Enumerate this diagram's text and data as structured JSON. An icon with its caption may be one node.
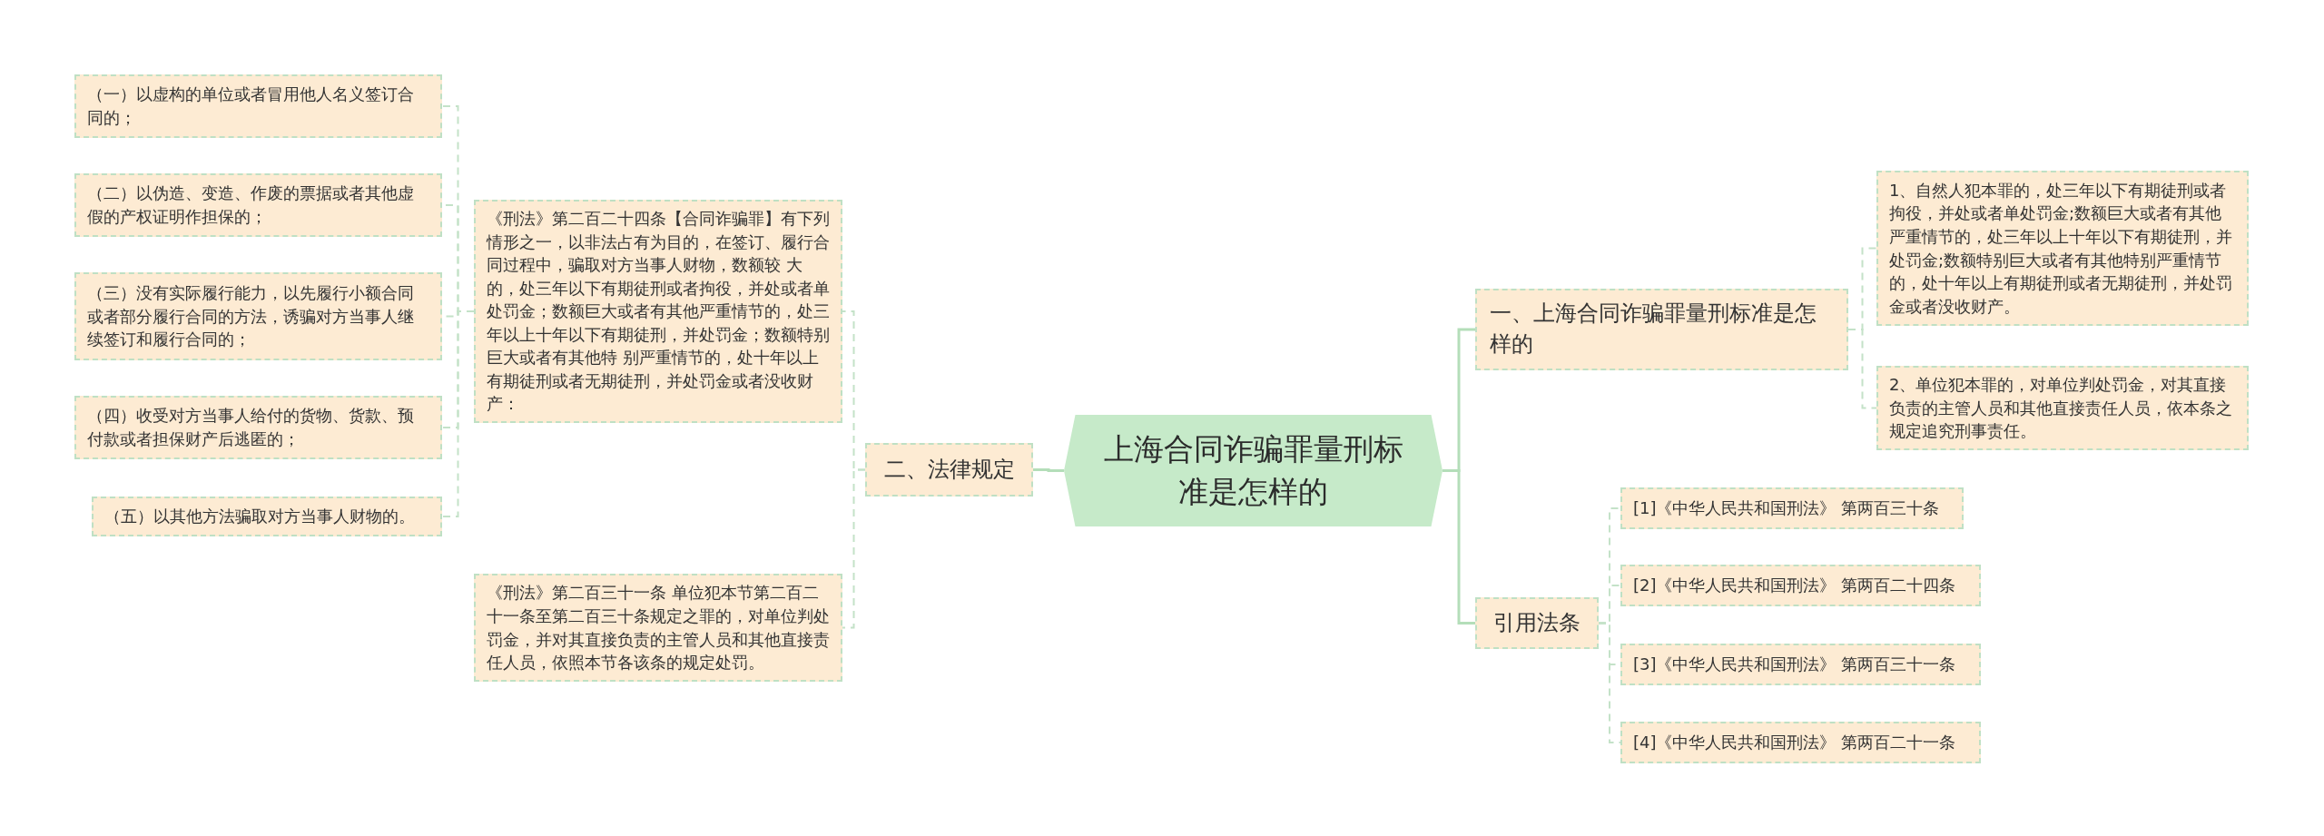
{
  "diagram": {
    "nodes": [
      {
        "text": [
          "上海合同诈骗罪量刑标准是怎样的"
        ]
      },
      {
        "text": [
          "二、法律规定"
        ]
      },
      {
        "text": [
          "《刑法》第二百二十四条【合同诈骗罪】有下列情形之一，以非法占有为目的，在签订、履行合同过程中，骗取对方当事人财物，数额较 大的，处三年以下有期徒刑或者拘役，并处或者单处罚金；数额巨大或者有其他严重情节的，处三年以上十年以下有期徒刑，并处罚金；数额特别巨大或者有其他特 别严重情节的，处十年以上有期徒刑或者无期徒刑，并处罚金或者没收财产："
        ]
      },
      {
        "text": [
          "（一）以虚构的单位或者冒用他人名义签订合同的；"
        ]
      },
      {
        "text": [
          "（二）以伪造、变造、作废的票据或者其他虚假的产权证明作担保的；"
        ]
      },
      {
        "text": [
          "（三）没有实际履行能力，以先履行小额合同或者部分履行合同的方法，诱骗对方当事人继续签订和履行合同的；"
        ]
      },
      {
        "text": [
          "（四）收受对方当事人给付的货物、货款、预付款或者担保财产后逃匿的；"
        ]
      },
      {
        "text": [
          "（五）以其他方法骗取对方当事人财物的。"
        ]
      },
      {
        "text": [
          "《刑法》第二百三十一条  单位犯本节第二百二十一条至第二百三十条规定之罪的，对单位判处罚金，并对其直接负责的主管人员和其他直接责任人员，依照本节各该条的规定处罚。"
        ]
      },
      {
        "text": [
          "一、上海合同诈骗罪量刑标准是怎样的"
        ]
      },
      {
        "text": [
          "1、自然人犯本罪的，处三年以下有期徒刑或者拘役，并处或者单处罚金;数额巨大或者有其他严重情节的，处三年以上十年以下有期徒刑，并处罚金;数额特别巨大或者有其他特别严重情节的，处十年以上有期徒刑或者无期徒刑，并处罚金或者没收财产。"
        ]
      },
      {
        "text": [
          "2、单位犯本罪的，对单位判处罚金，对其直接负责的主管人员和其他直接责任人员，依本条之规定追究刑事责任。"
        ]
      },
      {
        "text": [
          "引用法条"
        ]
      },
      {
        "text": [
          "[1]《中华人民共和国刑法》 第两百三十条"
        ]
      },
      {
        "text": [
          "[2]《中华人民共和国刑法》 第两百二十四条"
        ]
      },
      {
        "text": [
          "[3]《中华人民共和国刑法》 第两百三十一条"
        ]
      },
      {
        "text": [
          "[4]《中华人民共和国刑法》 第两百二十一条"
        ]
      }
    ],
    "edges": [
      {
        "from": 0,
        "to": 1,
        "arrow": "none"
      },
      {
        "from": 1,
        "to": 2,
        "arrow": "none",
        "style": "dashed"
      },
      {
        "from": 2,
        "to": 3,
        "arrow": "none",
        "style": "dashed"
      },
      {
        "from": 2,
        "to": 4,
        "arrow": "none",
        "style": "dashed"
      },
      {
        "from": 2,
        "to": 5,
        "arrow": "none",
        "style": "dashed"
      },
      {
        "from": 2,
        "to": 6,
        "arrow": "none",
        "style": "dashed"
      },
      {
        "from": 2,
        "to": 7,
        "arrow": "none",
        "style": "dashed"
      },
      {
        "from": 1,
        "to": 8,
        "arrow": "none",
        "style": "dashed"
      },
      {
        "from": 0,
        "to": 9,
        "arrow": "none"
      },
      {
        "from": 9,
        "to": 10,
        "arrow": "none",
        "style": "dashed"
      },
      {
        "from": 9,
        "to": 11,
        "arrow": "none",
        "style": "dashed"
      },
      {
        "from": 0,
        "to": 12,
        "arrow": "none"
      },
      {
        "from": 12,
        "to": 13,
        "arrow": "none",
        "style": "dashed"
      },
      {
        "from": 12,
        "to": 14,
        "arrow": "none",
        "style": "dashed"
      },
      {
        "from": 12,
        "to": 15,
        "arrow": "none",
        "style": "dashed"
      },
      {
        "from": 12,
        "to": 16,
        "arrow": "none",
        "style": "dashed"
      }
    ]
  }
}
